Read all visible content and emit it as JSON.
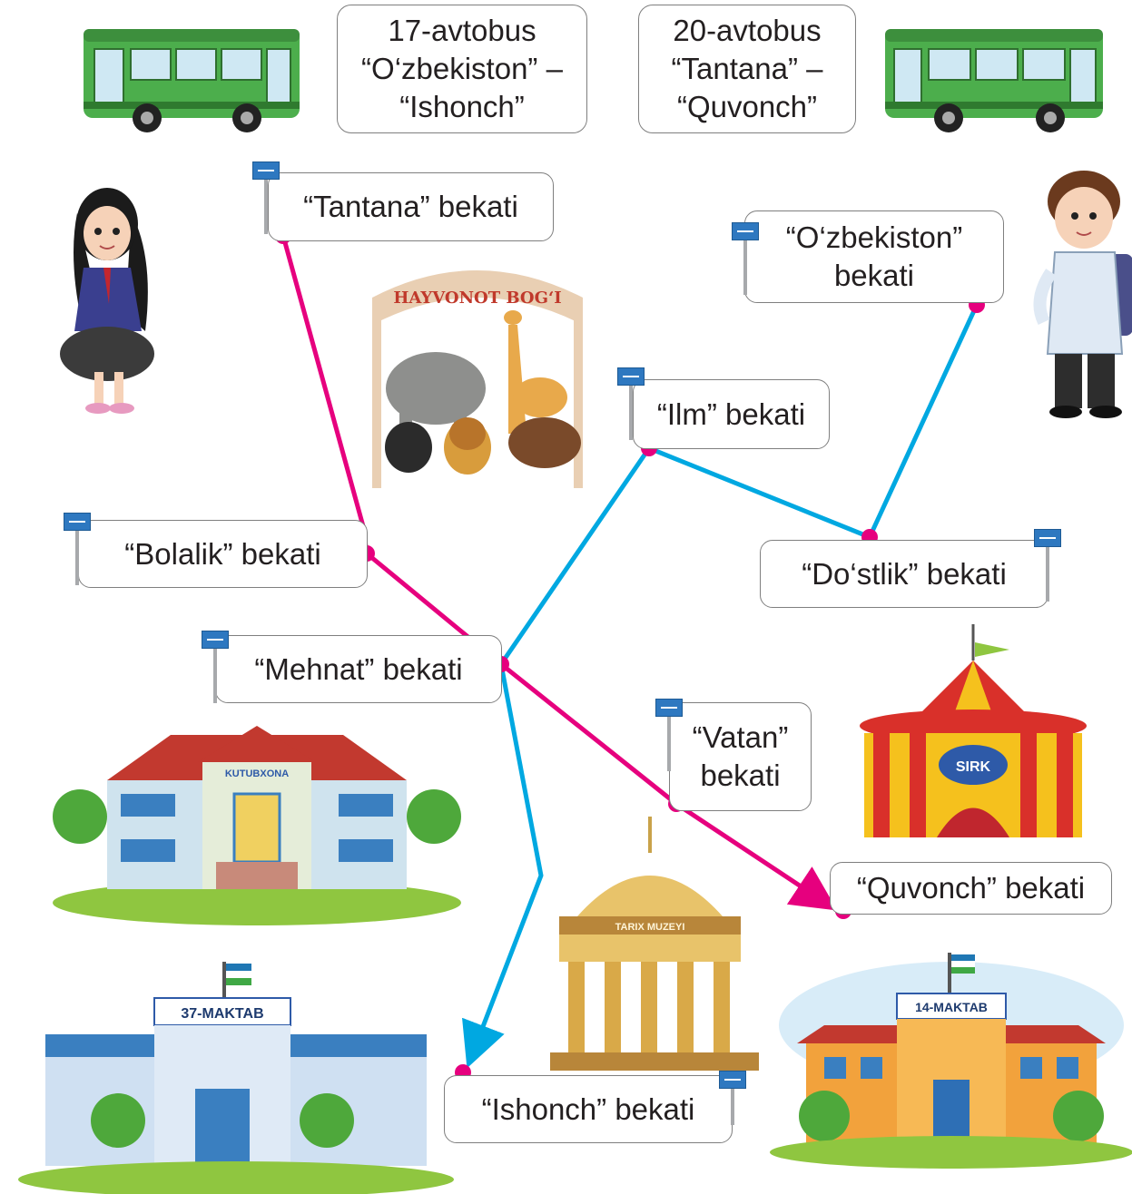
{
  "buses": [
    {
      "title": "17-avtobus\n“O‘zbekiston” –\n“Ishonch”"
    },
    {
      "title": "20-avtobus\n“Tantana” –\n“Quvonch”"
    }
  ],
  "stops": {
    "tantana": "“Tantana” bekati",
    "ozbekiston": "“O‘zbekiston”\nbekati",
    "ilm": "“Ilm” bekati",
    "bolalik": "“Bolalik” bekati",
    "dostlik": "“Do‘stlik” bekati",
    "mehnat": "“Mehnat” bekati",
    "vatan": "“Vatan”\nbekati",
    "quvonch": "“Quvonch” bekati",
    "ishonch": "“Ishonch” bekati"
  },
  "places": {
    "zoo_sign": "HAYVONOT BOG‘I",
    "library_sign": "KUTUBXONA",
    "circus_sign": "SIRK",
    "museum_sign": "TARIX MUZEYI",
    "school37_sign": "37-MAKTAB",
    "school14_sign": "14-MAKTAB"
  },
  "colors": {
    "route_20": "#e6007e",
    "route_17": "#00a8e1",
    "stop_dot": "#e6007e",
    "bus_body": "#4cae4c",
    "sign_plate": "#2e78c0"
  }
}
